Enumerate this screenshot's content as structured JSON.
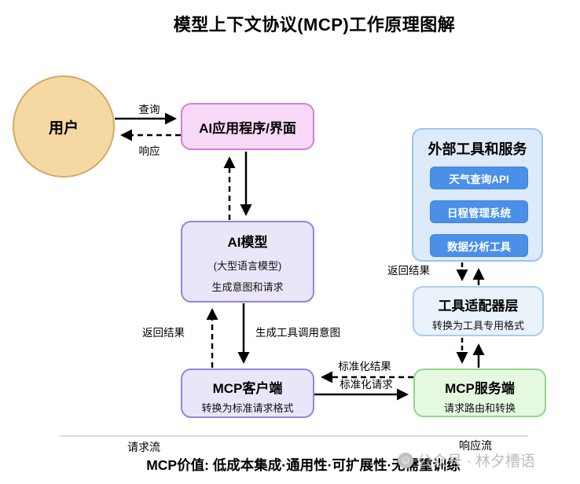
{
  "title": "模型上下文协议(MCP)工作原理图解",
  "colors": {
    "user_fill": "#f6d9a2",
    "user_border": "#d2a966",
    "app_fill": "#f7d9f7",
    "app_border": "#d97dd9",
    "purple_fill": "#eae5f9",
    "purple_border": "#9585db",
    "tools_fill": "#ddeafa",
    "tools_border": "#9cc3ee",
    "tool_button": "#4a90e8",
    "adapter_fill": "#eaf2fc",
    "adapter_border": "#a9ccf2",
    "server_fill": "#e5f9e1",
    "server_border": "#8fd78a",
    "arrow": "#000000",
    "divider": "#c8c8c8",
    "watermark": "#bdbdbd"
  },
  "nodes": {
    "user": {
      "label": "用户"
    },
    "ai_app": {
      "label": "AI应用程序/界面"
    },
    "ai_model": {
      "title": "AI模型",
      "line1": "(大型语言模型)",
      "line2": "生成意图和请求"
    },
    "mcp_client": {
      "title": "MCP客户端",
      "subtitle": "转换为标准请求格式"
    },
    "external_tools": {
      "title": "外部工具和服务",
      "tools": [
        "天气查询API",
        "日程管理系统",
        "数据分析工具"
      ]
    },
    "adapter": {
      "title": "工具适配器层",
      "subtitle": "转换为工具专用格式"
    },
    "mcp_server": {
      "title": "MCP服务端",
      "subtitle": "请求路由和转换"
    }
  },
  "edge_labels": {
    "query": "查询",
    "response": "响应",
    "return_result_left": "返回结果",
    "generate_tool_intent": "生成工具调用意图",
    "standardized_result": "标准化结果",
    "standardized_request": "标准化请求",
    "return_result_right": "返回结果"
  },
  "footer": {
    "request_flow": "请求流",
    "response_flow": "响应流",
    "value_line": "MCP价值: 低成本集成·通用性·可扩展性·无需重训练",
    "watermark_icon": "☺",
    "watermark": "公众号 · 林夕槽语"
  }
}
